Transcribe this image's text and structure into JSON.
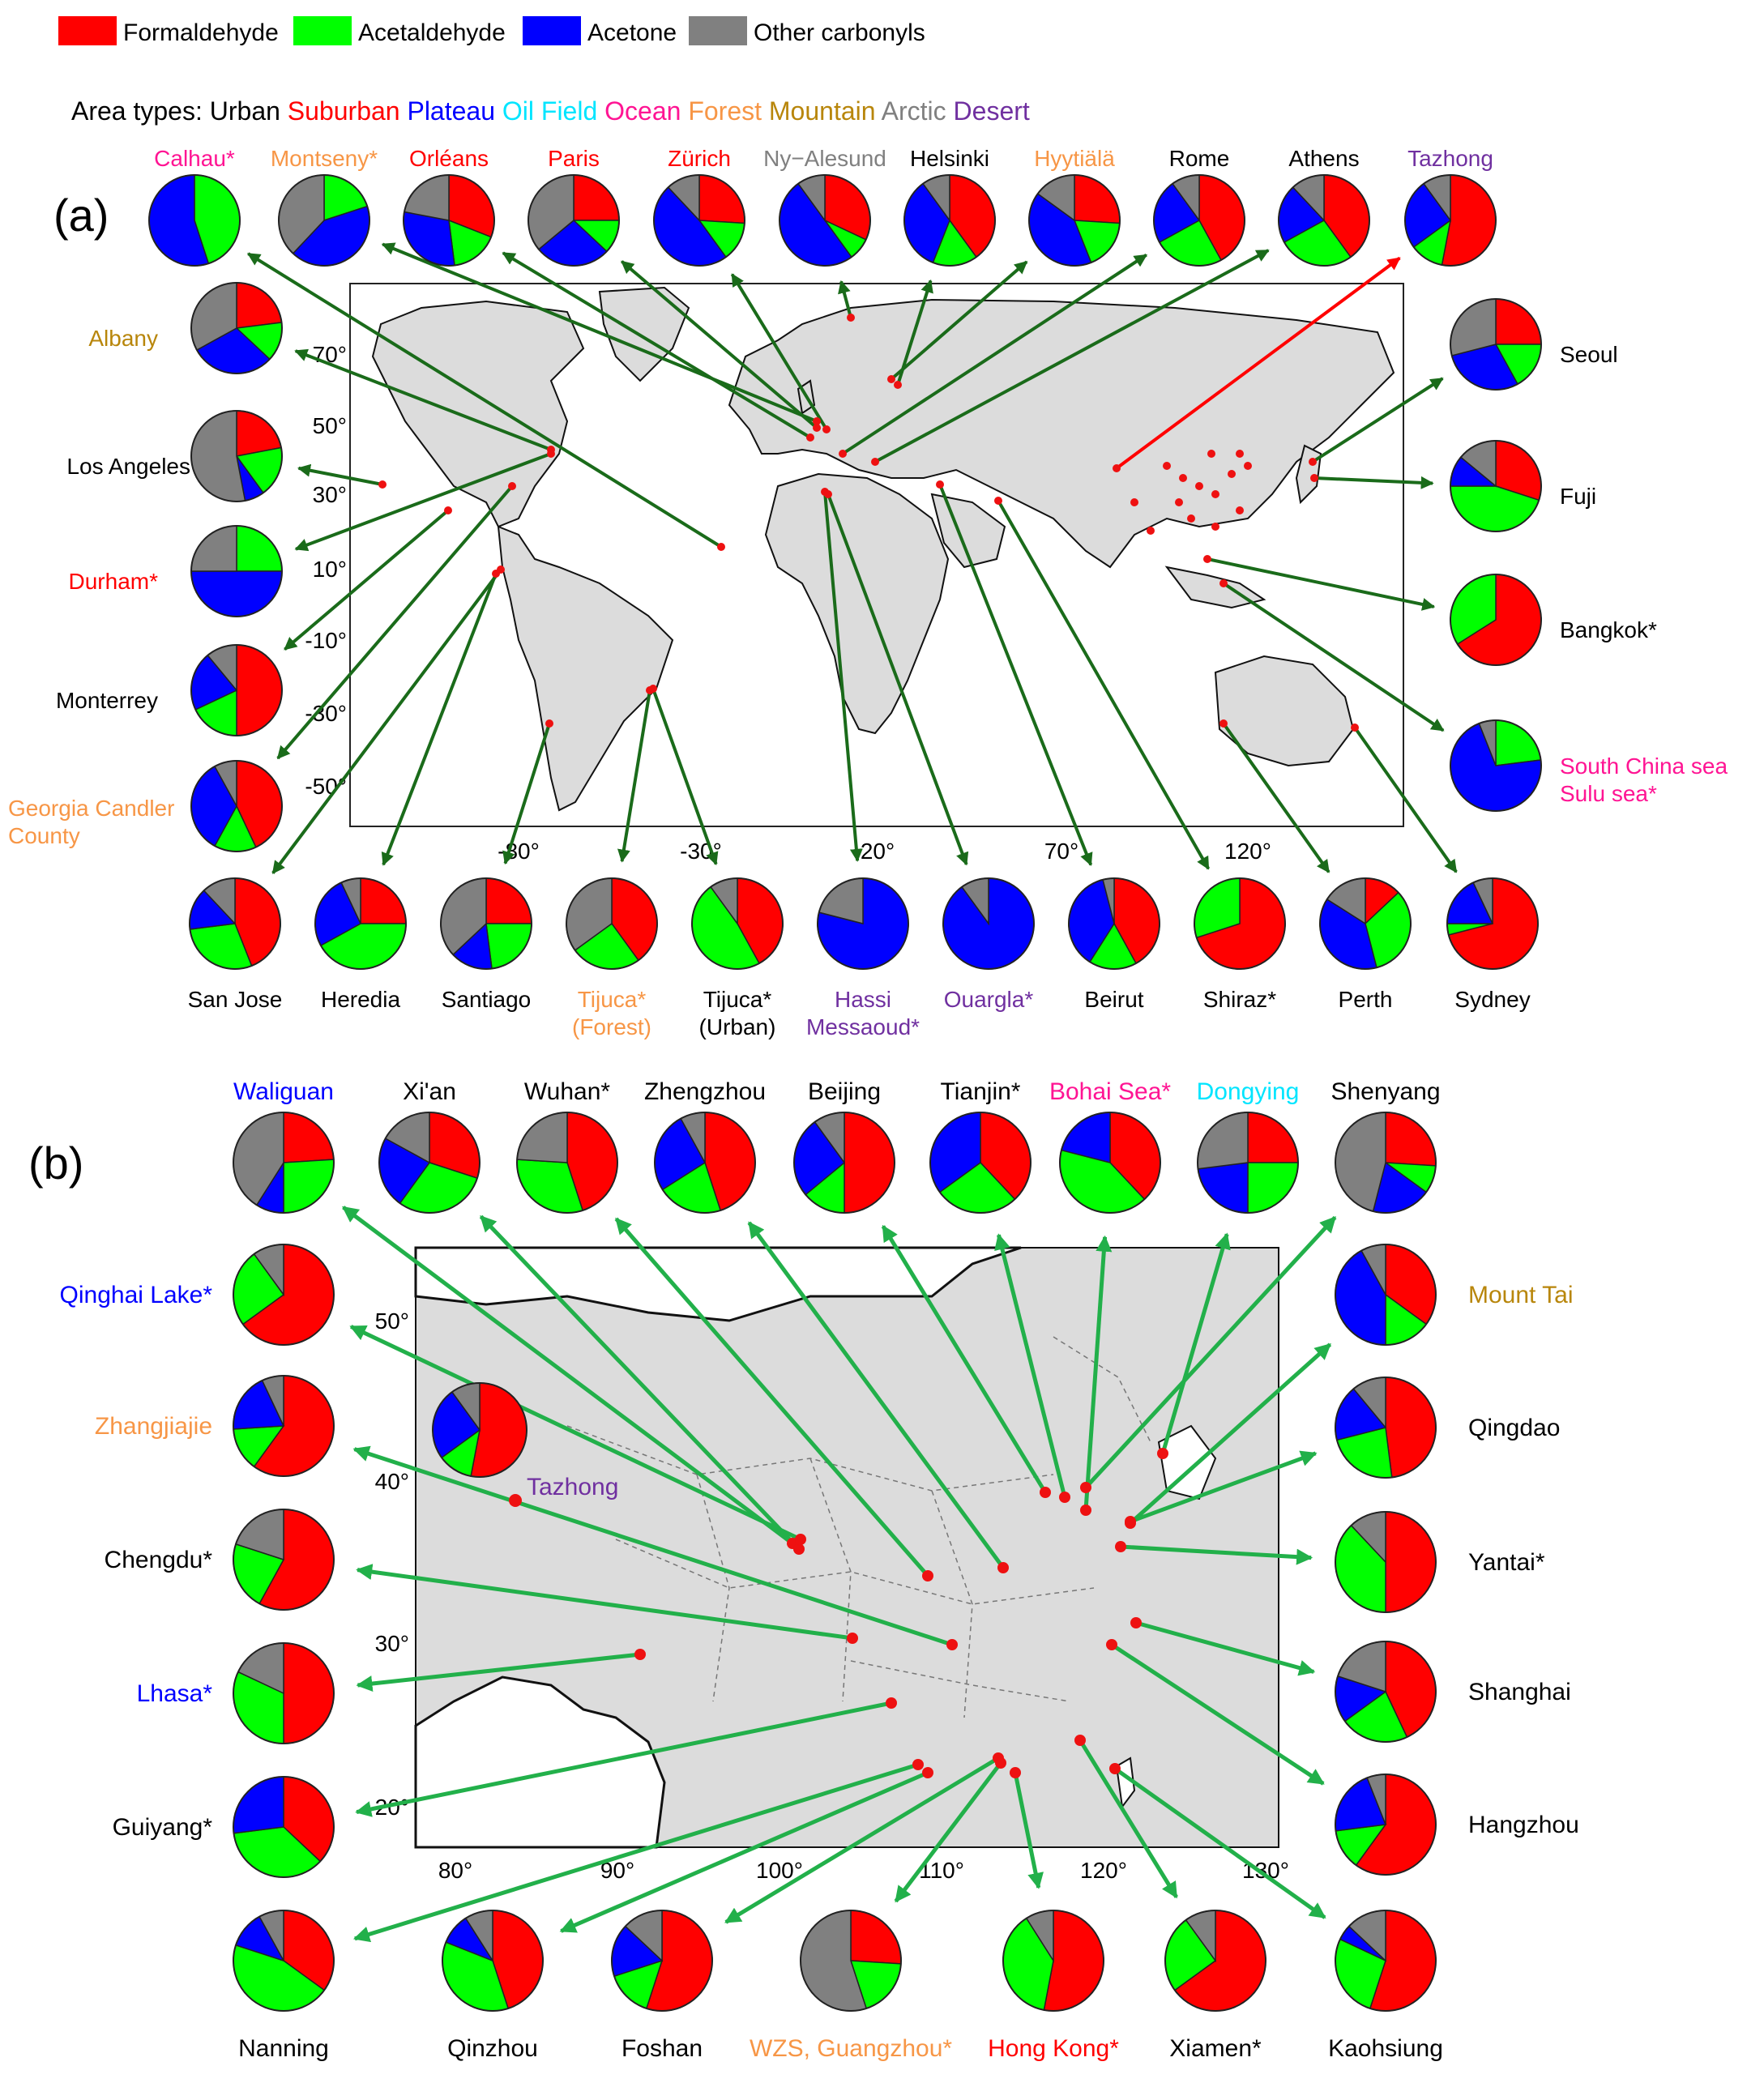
{
  "colors": {
    "formaldehyde": "#ff0000",
    "acetaldehyde": "#00ff00",
    "acetone": "#0000ff",
    "other": "#808080",
    "land": "#dcdcdc",
    "arrow": "#1a6b1a",
    "arrow_light": "#22b04a",
    "arrow_red": "#ff0000",
    "site": "#ee1111"
  },
  "legend": {
    "items": [
      {
        "label": "Formaldehyde",
        "color": "#ff0000"
      },
      {
        "label": "Acetaldehyde",
        "color": "#00ff00"
      },
      {
        "label": "Acetone",
        "color": "#0000ff"
      },
      {
        "label": "Other carbonyls",
        "color": "#808080"
      }
    ],
    "area_types_prefix": "Area types:",
    "area_types": [
      {
        "label": "Urban",
        "color": "#000000"
      },
      {
        "label": "Suburban",
        "color": "#ff0000"
      },
      {
        "label": "Plateau",
        "color": "#0000ff"
      },
      {
        "label": "Oil Field",
        "color": "#00e5ff"
      },
      {
        "label": "Ocean",
        "color": "#ff1493"
      },
      {
        "label": "Forest",
        "color": "#f79646"
      },
      {
        "label": "Mountain",
        "color": "#b8860b"
      },
      {
        "label": "Arctic",
        "color": "#808080"
      },
      {
        "label": "Desert",
        "color": "#7030a0"
      }
    ]
  },
  "panel_a": {
    "label": "(a)",
    "x_ticks": [
      "-80°",
      "-30°",
      "20°",
      "70°",
      "120°"
    ],
    "y_ticks": [
      "70°",
      "50°",
      "30°",
      "10°",
      "-10°",
      "-30°",
      "-50°"
    ],
    "sites": [
      {
        "name": "Calhau*",
        "type": "Ocean",
        "shares": [
          0,
          45,
          55,
          0
        ]
      },
      {
        "name": "Montseny*",
        "type": "Forest",
        "shares": [
          0,
          20,
          42,
          38
        ]
      },
      {
        "name": "Orléans",
        "type": "Suburban",
        "shares": [
          31,
          17,
          30,
          22
        ]
      },
      {
        "name": "Paris",
        "type": "Suburban",
        "shares": [
          25,
          12,
          27,
          36
        ]
      },
      {
        "name": "Zürich",
        "type": "Suburban",
        "shares": [
          26,
          14,
          48,
          12
        ]
      },
      {
        "name": "Ny−Alesund",
        "type": "Arctic",
        "shares": [
          32,
          8,
          50,
          10
        ]
      },
      {
        "name": "Helsinki",
        "type": "Urban",
        "shares": [
          40,
          16,
          34,
          10
        ]
      },
      {
        "name": "Hyytiälä",
        "type": "Forest",
        "shares": [
          26,
          18,
          41,
          15
        ]
      },
      {
        "name": "Rome",
        "type": "Urban",
        "shares": [
          42,
          25,
          23,
          10
        ]
      },
      {
        "name": "Athens",
        "type": "Urban",
        "shares": [
          40,
          27,
          21,
          12
        ]
      },
      {
        "name": "Tazhong",
        "type": "Desert",
        "shares": [
          53,
          12,
          25,
          10
        ]
      },
      {
        "name": "Albany",
        "type": "Mountain",
        "shares": [
          23,
          14,
          30,
          33
        ]
      },
      {
        "name": "Los Angeles",
        "type": "Urban",
        "shares": [
          22,
          18,
          7,
          53
        ]
      },
      {
        "name": "Durham*",
        "type": "Suburban",
        "shares": [
          0,
          25,
          50,
          25
        ]
      },
      {
        "name": "Monterrey",
        "type": "Urban",
        "shares": [
          50,
          18,
          21,
          11
        ]
      },
      {
        "name": "Georgia Candler County",
        "type": "Forest",
        "shares": [
          43,
          15,
          34,
          8
        ]
      },
      {
        "name": "Seoul",
        "type": "Urban",
        "shares": [
          25,
          17,
          29,
          29
        ]
      },
      {
        "name": "Fuji",
        "type": "Urban",
        "shares": [
          30,
          45,
          11,
          14
        ]
      },
      {
        "name": "Bangkok*",
        "type": "Urban",
        "shares": [
          66,
          34,
          0,
          0
        ]
      },
      {
        "name": "South China sea Sulu sea*",
        "type": "Ocean",
        "shares": [
          0,
          23,
          71,
          6
        ]
      },
      {
        "name": "San Jose",
        "type": "Urban",
        "shares": [
          44,
          29,
          15,
          12
        ]
      },
      {
        "name": "Heredia",
        "type": "Urban",
        "shares": [
          25,
          42,
          26,
          7
        ]
      },
      {
        "name": "Santiago",
        "type": "Urban",
        "shares": [
          25,
          23,
          15,
          37
        ]
      },
      {
        "name": "Tijuca* (Forest)",
        "type": "Forest",
        "shares": [
          40,
          25,
          0,
          35
        ]
      },
      {
        "name": "Tijuca* (Urban)",
        "type": "Urban",
        "shares": [
          42,
          48,
          0,
          10
        ]
      },
      {
        "name": "Hassi Messaoud*",
        "type": "Desert",
        "shares": [
          0,
          0,
          79,
          21
        ]
      },
      {
        "name": "Ouargla*",
        "type": "Desert",
        "shares": [
          0,
          0,
          90,
          10
        ]
      },
      {
        "name": "Beirut",
        "type": "Urban",
        "shares": [
          42,
          17,
          37,
          4
        ]
      },
      {
        "name": "Shiraz*",
        "type": "Urban",
        "shares": [
          70,
          30,
          0,
          0
        ]
      },
      {
        "name": "Perth",
        "type": "Urban",
        "shares": [
          13,
          33,
          38,
          16
        ]
      },
      {
        "name": "Sydney",
        "type": "Urban",
        "shares": [
          71,
          4,
          18,
          7
        ]
      }
    ]
  },
  "panel_b": {
    "label": "(b)",
    "x_ticks": [
      "80°",
      "90°",
      "100°",
      "110°",
      "120°",
      "130°"
    ],
    "y_ticks": [
      "50°",
      "40°",
      "30°",
      "20°"
    ],
    "inset_site": {
      "name": "Tazhong",
      "type": "Desert",
      "shares": [
        53,
        12,
        25,
        10
      ]
    },
    "sites": [
      {
        "name": "Waliguan",
        "type": "Plateau",
        "shares": [
          24,
          26,
          9,
          41
        ]
      },
      {
        "name": "Xi'an",
        "type": "Urban",
        "shares": [
          30,
          30,
          23,
          17
        ]
      },
      {
        "name": "Wuhan*",
        "type": "Urban",
        "shares": [
          45,
          31,
          0,
          24
        ]
      },
      {
        "name": "Zhengzhou",
        "type": "Urban",
        "shares": [
          45,
          21,
          26,
          8
        ]
      },
      {
        "name": "Beijing",
        "type": "Urban",
        "shares": [
          50,
          14,
          26,
          10
        ]
      },
      {
        "name": "Tianjin*",
        "type": "Urban",
        "shares": [
          38,
          27,
          35,
          0
        ]
      },
      {
        "name": "Bohai Sea*",
        "type": "Ocean",
        "shares": [
          38,
          41,
          21,
          0
        ]
      },
      {
        "name": "Dongying",
        "type": "Oil Field",
        "shares": [
          25,
          25,
          23,
          27
        ]
      },
      {
        "name": "Shenyang",
        "type": "Urban",
        "shares": [
          26,
          9,
          19,
          46
        ]
      },
      {
        "name": "Qinghai Lake*",
        "type": "Plateau",
        "shares": [
          65,
          25,
          0,
          10
        ]
      },
      {
        "name": "Zhangjiajie",
        "type": "Forest",
        "shares": [
          60,
          14,
          19,
          7
        ]
      },
      {
        "name": "Chengdu*",
        "type": "Urban",
        "shares": [
          58,
          22,
          0,
          20
        ]
      },
      {
        "name": "Lhasa*",
        "type": "Plateau",
        "shares": [
          50,
          32,
          0,
          18
        ]
      },
      {
        "name": "Guiyang*",
        "type": "Urban",
        "shares": [
          37,
          36,
          27,
          0
        ]
      },
      {
        "name": "Mount Tai",
        "type": "Mountain",
        "shares": [
          35,
          15,
          42,
          8
        ]
      },
      {
        "name": "Qingdao",
        "type": "Urban",
        "shares": [
          48,
          23,
          18,
          11
        ]
      },
      {
        "name": "Yantai*",
        "type": "Urban",
        "shares": [
          50,
          38,
          0,
          12
        ]
      },
      {
        "name": "Shanghai",
        "type": "Urban",
        "shares": [
          43,
          22,
          15,
          20
        ]
      },
      {
        "name": "Hangzhou",
        "type": "Urban",
        "shares": [
          60,
          13,
          21,
          6
        ]
      },
      {
        "name": "Nanning",
        "type": "Urban",
        "shares": [
          35,
          45,
          12,
          8
        ]
      },
      {
        "name": "Qinzhou",
        "type": "Urban",
        "shares": [
          45,
          36,
          10,
          9
        ]
      },
      {
        "name": "Foshan",
        "type": "Urban",
        "shares": [
          55,
          15,
          17,
          13
        ]
      },
      {
        "name": "WZS, Guangzhou*",
        "type": "Forest",
        "shares": [
          26,
          19,
          0,
          55
        ]
      },
      {
        "name": "Hong Kong*",
        "type": "Suburban",
        "shares": [
          53,
          38,
          0,
          9
        ]
      },
      {
        "name": "Xiamen*",
        "type": "Urban",
        "shares": [
          65,
          25,
          0,
          10
        ]
      },
      {
        "name": "Kaohsiung",
        "type": "Urban",
        "shares": [
          55,
          27,
          5,
          13
        ]
      }
    ]
  }
}
